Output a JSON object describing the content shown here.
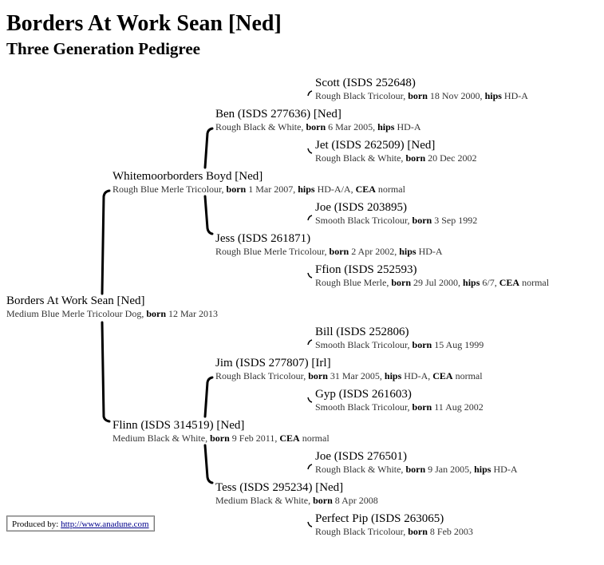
{
  "title": "Borders At Work Sean [Ned]",
  "subtitle": "Three Generation Pedigree",
  "subject": {
    "name": "Borders At Work Sean [Ned]",
    "coat": "Medium Blue Merle Tricolour Dog,",
    "born": "12 Mar 2013"
  },
  "sire": {
    "name": "Whitemoorborders Boyd [Ned]",
    "coat": "Rough Blue Merle Tricolour,",
    "born": "1 Mar 2007,",
    "hips": "HD-A/A,",
    "cea": "normal"
  },
  "dam": {
    "name": "Flinn (ISDS 314519) [Ned]",
    "coat": "Medium Black & White,",
    "born": "9 Feb 2011,",
    "cea": "normal"
  },
  "ss": {
    "name": "Ben (ISDS 277636) [Ned]",
    "coat": "Rough Black & White,",
    "born": "6 Mar 2005,",
    "hips": "HD-A"
  },
  "sd": {
    "name": "Jess (ISDS 261871)",
    "coat": "Rough Blue Merle Tricolour,",
    "born": "2 Apr 2002,",
    "hips": "HD-A"
  },
  "ds": {
    "name": "Jim (ISDS 277807) [Irl]",
    "coat": "Rough Black Tricolour,",
    "born": "31 Mar 2005,",
    "hips": "HD-A,",
    "cea": "normal"
  },
  "dd": {
    "name": "Tess (ISDS 295234) [Ned]",
    "coat": "Medium Black & White,",
    "born": "8 Apr 2008"
  },
  "sss": {
    "name": "Scott (ISDS 252648)",
    "coat": "Rough Black Tricolour,",
    "born": "18 Nov 2000,",
    "hips": "HD-A"
  },
  "ssd": {
    "name": "Jet (ISDS 262509) [Ned]",
    "coat": "Rough Black & White,",
    "born": "20 Dec 2002"
  },
  "sds": {
    "name": "Joe (ISDS 203895)",
    "coat": "Smooth Black Tricolour,",
    "born": "3 Sep 1992"
  },
  "sdd": {
    "name": "Ffion (ISDS 252593)",
    "coat": "Rough Blue Merle,",
    "born": "29 Jul 2000,",
    "hips": "6/7,",
    "cea": "normal"
  },
  "dss": {
    "name": "Bill (ISDS 252806)",
    "coat": "Smooth Black Tricolour,",
    "born": "15 Aug 1999"
  },
  "dsd": {
    "name": "Gyp (ISDS 261603)",
    "coat": "Smooth Black Tricolour,",
    "born": "11 Aug 2002"
  },
  "dds": {
    "name": "Joe (ISDS 276501)",
    "coat": "Rough Black & White,",
    "born": "9 Jan 2005,",
    "hips": "HD-A"
  },
  "ddd": {
    "name": "Perfect Pip (ISDS 263065)",
    "coat": "Rough Black Tricolour,",
    "born": "8 Feb 2003"
  },
  "labels": {
    "born": "born",
    "hips": "hips",
    "cea": "CEA"
  },
  "footer": {
    "prefix": "Produced by:",
    "link": "http://www.anadune.com"
  }
}
